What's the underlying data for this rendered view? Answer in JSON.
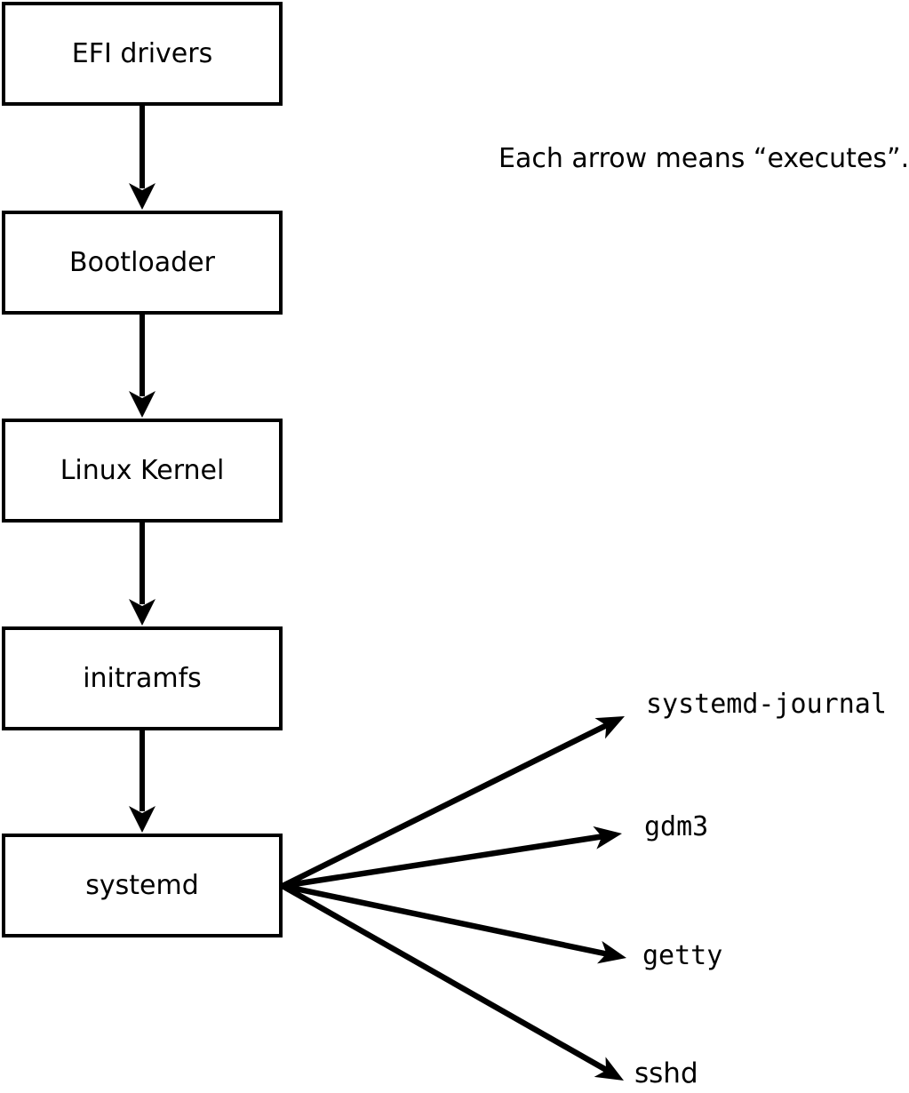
{
  "diagram": {
    "title_semantics": "Linux boot chain",
    "annotation": {
      "text": "Each arrow means “executes”."
    },
    "chain": [
      {
        "label": "EFI drivers"
      },
      {
        "label": "Bootloader"
      },
      {
        "label": "Linux Kernel"
      },
      {
        "label": "initramfs"
      },
      {
        "label": "systemd"
      }
    ],
    "targets": [
      {
        "label": "systemd-journal"
      },
      {
        "label": "gdm3"
      },
      {
        "label": "getty"
      },
      {
        "label": "sshd"
      }
    ],
    "arrow_meaning": "executes",
    "colors": {
      "stroke": "#000000",
      "box_fill": "#ffffff",
      "background": "#ffffff",
      "text": "#000000"
    }
  }
}
